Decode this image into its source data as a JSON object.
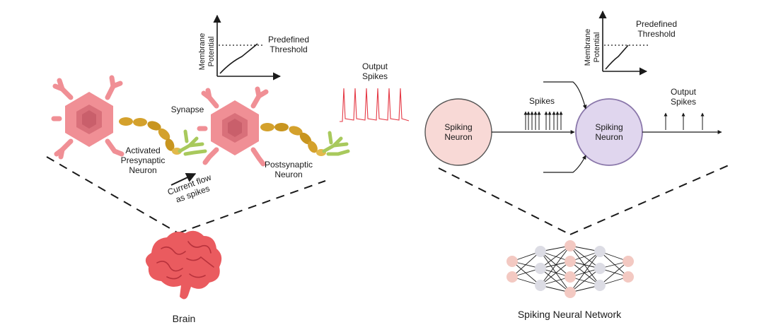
{
  "left_panel": {
    "graph": {
      "y_axis_label_line1": "Membrane",
      "y_axis_label_line2": "Potential",
      "threshold_line1": "Predefined",
      "threshold_line2": "Threshold"
    },
    "output_spikes_line1": "Output",
    "output_spikes_line2": "Spikes",
    "synapse": "Synapse",
    "presynaptic_line1": "Activated",
    "presynaptic_line2": "Presynaptic",
    "presynaptic_line3": "Neuron",
    "postsynaptic_line1": "Postsynaptic",
    "postsynaptic_line2": "Neuron",
    "current_flow_line1": "Current flow",
    "current_flow_line2": "as spikes",
    "brain_label": "Brain"
  },
  "right_panel": {
    "graph": {
      "y_axis_label_line1": "Membrane",
      "y_axis_label_line2": "Potential",
      "threshold_line1": "Predefined",
      "threshold_line2": "Threshold"
    },
    "spiking_neuron_a_line1": "Spiking",
    "spiking_neuron_a_line2": "Neuron",
    "spiking_neuron_b_line1": "Spiking",
    "spiking_neuron_b_line2": "Neuron",
    "spikes": "Spikes",
    "output_spikes_line1": "Output",
    "output_spikes_line2": "Spikes",
    "network_label": "Spiking Neural Network"
  },
  "colors": {
    "neuron_body": "#f08f95",
    "neuron_dark": "#d9707a",
    "axon": "#d4a12c",
    "dendrite_green": "#a8c95c",
    "spike_red": "#e53945",
    "brain": "#ea5b5f",
    "neuron_a_fill": "#f8d9d6",
    "neuron_b_fill": "#e0d6ee",
    "neuron_b_stroke": "#8a77aa"
  }
}
